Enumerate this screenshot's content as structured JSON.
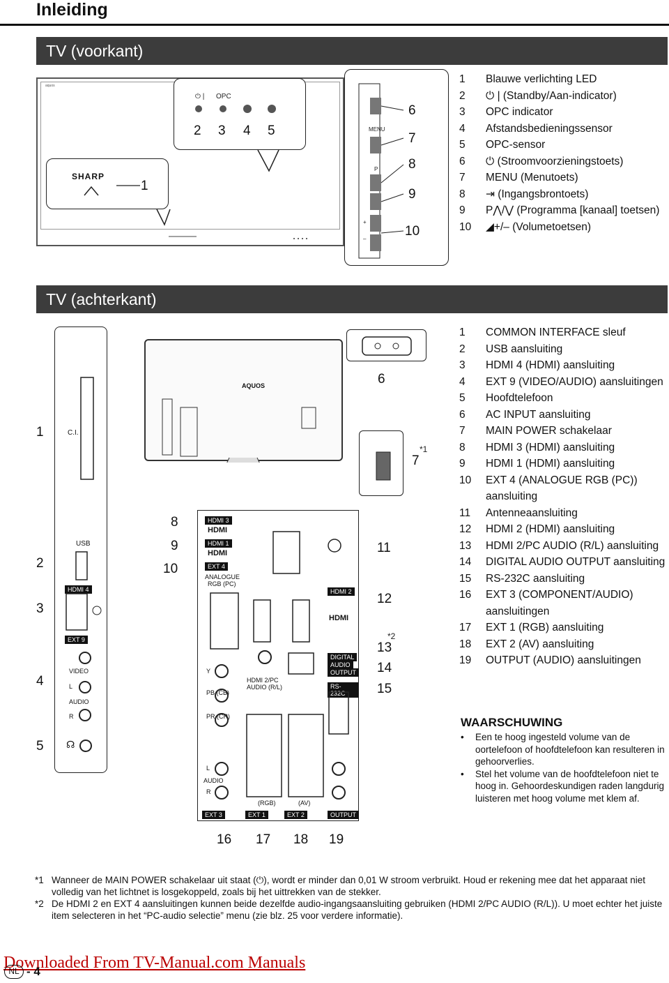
{
  "page_title": "Inleiding",
  "sections": {
    "front": "TV (voorkant)",
    "back": "TV (achterkant)"
  },
  "front_diagram": {
    "brand": "SHARP",
    "aquos_small": "aquos",
    "callout_labels": [
      "⏻ |",
      "OPC"
    ],
    "side_labels": [
      "MENU",
      "P",
      "+",
      "–"
    ],
    "numbers": [
      "1",
      "2",
      "3",
      "4",
      "5",
      "6",
      "7",
      "8",
      "9",
      "10"
    ]
  },
  "front_list": [
    {
      "n": "1",
      "t": "Blauwe verlichting LED"
    },
    {
      "n": "2",
      "t": "⏻ | (Standby/Aan-indicator)"
    },
    {
      "n": "3",
      "t": "OPC indicator"
    },
    {
      "n": "4",
      "t": "Afstandsbedieningssensor"
    },
    {
      "n": "5",
      "t": "OPC-sensor"
    },
    {
      "n": "6",
      "t": "⏻ (Stroomvoorzieningstoets)"
    },
    {
      "n": "7",
      "t": "MENU (Menutoets)"
    },
    {
      "n": "8",
      "t": "⇥ (Ingangsbrontoets)"
    },
    {
      "n": "9",
      "t": "P⋀/⋁ (Programma [kanaal] toetsen)"
    },
    {
      "n": "10",
      "t": "◢+/– (Volumetoetsen)"
    }
  ],
  "back_diagram": {
    "aquos": "AQUOS",
    "side_labels": {
      "ci": "C.I.",
      "usb": "USB",
      "hdmi4": "HDMI 4",
      "ext9": "EXT 9",
      "video": "VIDEO",
      "l": "L",
      "audio": "AUDIO",
      "r": "R"
    },
    "panel_labels": {
      "hdmi3": "HDMI 3",
      "hdmi1": "HDMI 1",
      "ext4": "EXT 4",
      "analogue": "ANALOGUE",
      "rgb_pc": "RGB (PC)",
      "hdmi2": "HDMI 2",
      "hdmi2pc": "HDMI 2/PC",
      "audio_rl": "AUDIO (R/L)",
      "digital": "DIGITAL",
      "audio": "AUDIO",
      "output": "OUTPUT",
      "rs232c": "RS-232C",
      "y": "Y",
      "pb": "PB (CB)",
      "pr": "PR (CR)",
      "l": "L",
      "audio2": "AUDIO",
      "r": "R",
      "rgb": "(RGB)",
      "av": "(AV)",
      "ext3": "EXT 3",
      "ext1": "EXT 1",
      "ext2": "EXT 2",
      "output2": "OUTPUT",
      "hdmi_logo": "HDMI"
    },
    "left_numbers": [
      "1",
      "2",
      "3",
      "4",
      "5"
    ],
    "panel_numbers": [
      "8",
      "9",
      "10"
    ],
    "right_numbers": [
      "11",
      "12",
      "13",
      "14",
      "15"
    ],
    "bottom_numbers": [
      "16",
      "17",
      "18",
      "19"
    ],
    "inset_numbers": [
      "6",
      "7"
    ],
    "footnote_marks": [
      "*1",
      "*2"
    ]
  },
  "back_list": [
    {
      "n": "1",
      "t": "COMMON INTERFACE sleuf"
    },
    {
      "n": "2",
      "t": "USB aansluiting"
    },
    {
      "n": "3",
      "t": "HDMI 4 (HDMI) aansluiting"
    },
    {
      "n": "4",
      "t": "EXT 9 (VIDEO/AUDIO) aansluitingen"
    },
    {
      "n": "5",
      "t": "Hoofdtelefoon"
    },
    {
      "n": "6",
      "t": "AC INPUT aansluiting"
    },
    {
      "n": "7",
      "t": "MAIN POWER schakelaar"
    },
    {
      "n": "8",
      "t": "HDMI 3 (HDMI) aansluiting"
    },
    {
      "n": "9",
      "t": "HDMI 1 (HDMI) aansluiting"
    },
    {
      "n": "10",
      "t": "EXT 4 (ANALOGUE RGB (PC)) aansluiting"
    },
    {
      "n": "11",
      "t": "Antenneaansluiting"
    },
    {
      "n": "12",
      "t": "HDMI 2 (HDMI) aansluiting"
    },
    {
      "n": "13",
      "t": "HDMI 2/PC AUDIO (R/L) aansluiting"
    },
    {
      "n": "14",
      "t": "DIGITAL AUDIO OUTPUT aansluiting"
    },
    {
      "n": "15",
      "t": "RS-232C aansluiting"
    },
    {
      "n": "16",
      "t": "EXT 3 (COMPONENT/AUDIO) aansluitingen"
    },
    {
      "n": "17",
      "t": "EXT 1 (RGB) aansluiting"
    },
    {
      "n": "18",
      "t": "EXT 2 (AV) aansluiting"
    },
    {
      "n": "19",
      "t": "OUTPUT (AUDIO) aansluitingen"
    }
  ],
  "warning": {
    "title": "WAARSCHUWING",
    "items": [
      "Een te hoog ingesteld volume van de oortelefoon of hoofdtelefoon kan resulteren in gehoorverlies.",
      "Stel het volume van de hoofdtelefoon niet te hoog in. Gehoordeskundigen raden langdurig luisteren met hoog volume met klem af."
    ]
  },
  "footnotes": [
    {
      "m": "*1",
      "t": "Wanneer de MAIN POWER schakelaar uit staat (⏻), wordt er minder dan 0,01 W stroom verbruikt. Houd er rekening mee dat het apparaat niet volledig van het lichtnet is losgekoppeld, zoals bij het uittrekken van de stekker."
    },
    {
      "m": "*2",
      "t": "De HDMI 2 en EXT 4 aansluitingen kunnen beide dezelfde audio-ingangsaansluiting gebruiken (HDMI 2/PC AUDIO (R/L)). U moet echter het juiste item selecteren in het “PC-audio selectie” menu (zie blz. 25 voor verdere informatie)."
    }
  ],
  "download_link": "Downloaded From TV-Manual.com Manuals",
  "page_number": {
    "lang": "NL",
    "num": "- 4"
  }
}
